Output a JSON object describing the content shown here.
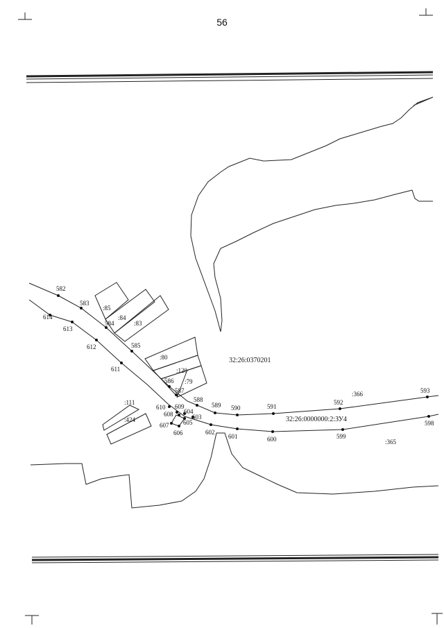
{
  "page": {
    "number": "56"
  },
  "map": {
    "cadastral_block": "32:26:0370201",
    "road_parcel": "32:26:0000000:2:ЗУ4",
    "parcels": [
      ":85",
      ":84",
      ":83",
      ":80",
      ":120",
      ":79",
      ":111",
      ":424",
      ":366",
      ":365"
    ],
    "points": [
      "582",
      "583",
      "584",
      "585",
      "586",
      "587",
      "588",
      "589",
      "590",
      "591",
      "592",
      "593",
      "614",
      "613",
      "612",
      "611",
      "610",
      "609",
      "608",
      "607",
      "606",
      "605",
      "604",
      "603",
      "602",
      "601",
      "600",
      "599",
      "598"
    ]
  }
}
